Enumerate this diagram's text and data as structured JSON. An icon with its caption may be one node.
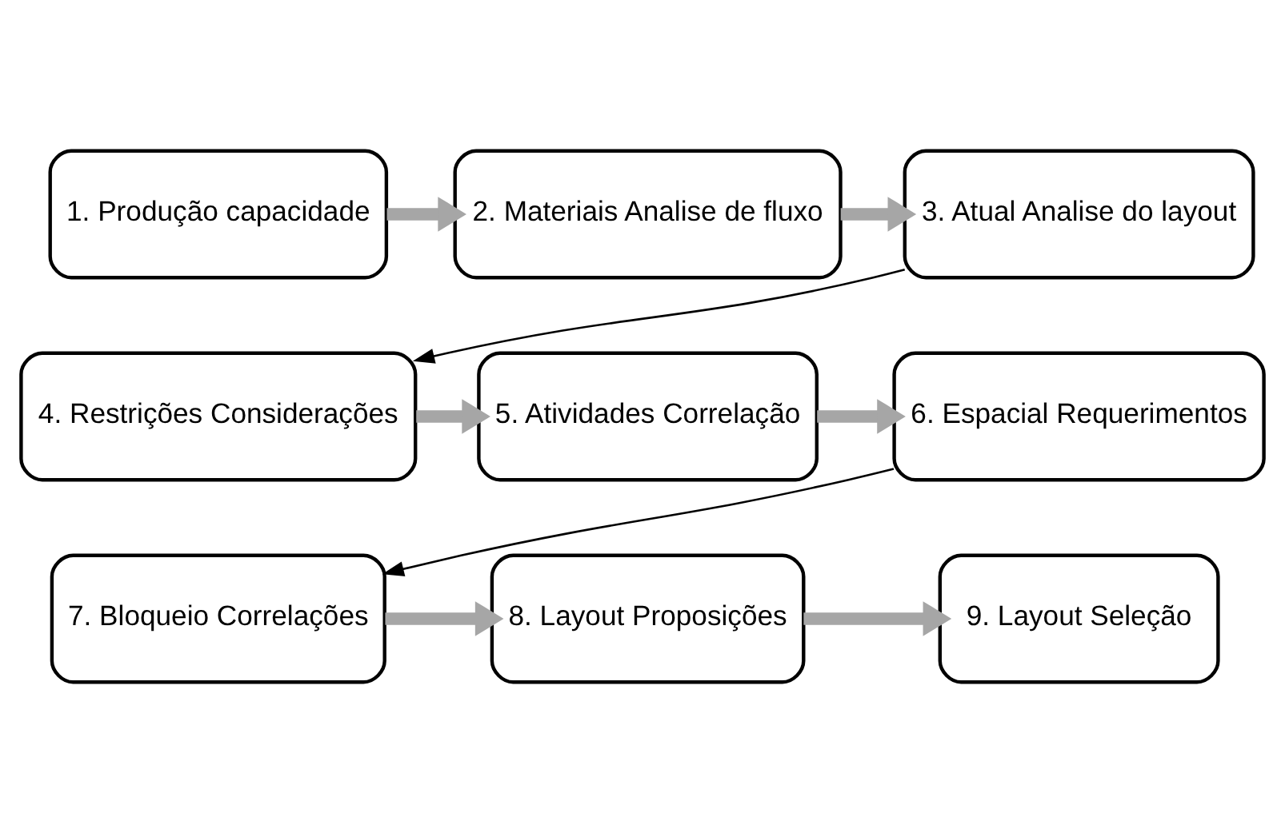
{
  "diagram": {
    "nodes": [
      {
        "text": [
          "1. Produção capacidade"
        ]
      },
      {
        "text": [
          "2. Materiais Analise de fluxo"
        ]
      },
      {
        "text": [
          "3. Atual Analise do layout"
        ]
      },
      {
        "text": [
          "4. Restrições Considerações"
        ]
      },
      {
        "text": [
          "5. Atividades Correlação"
        ]
      },
      {
        "text": [
          "6. Espacial Requerimentos"
        ]
      },
      {
        "text": [
          "7. Bloqueio Correlações"
        ]
      },
      {
        "text": [
          "8. Layout Proposições"
        ]
      },
      {
        "text": [
          "9. Layout Seleção"
        ]
      }
    ],
    "edges": [
      {
        "from": 0,
        "to": 1,
        "arrow": "to"
      },
      {
        "from": 1,
        "to": 2,
        "arrow": "to"
      },
      {
        "from": 2,
        "to": 3,
        "arrow": "to",
        "color": "#000000"
      },
      {
        "from": 3,
        "to": 4,
        "arrow": "to"
      },
      {
        "from": 4,
        "to": 5,
        "arrow": "to"
      },
      {
        "from": 5,
        "to": 6,
        "arrow": "to",
        "color": "#000000"
      },
      {
        "from": 6,
        "to": 7,
        "arrow": "to"
      },
      {
        "from": 7,
        "to": 8,
        "arrow": "to"
      }
    ]
  }
}
